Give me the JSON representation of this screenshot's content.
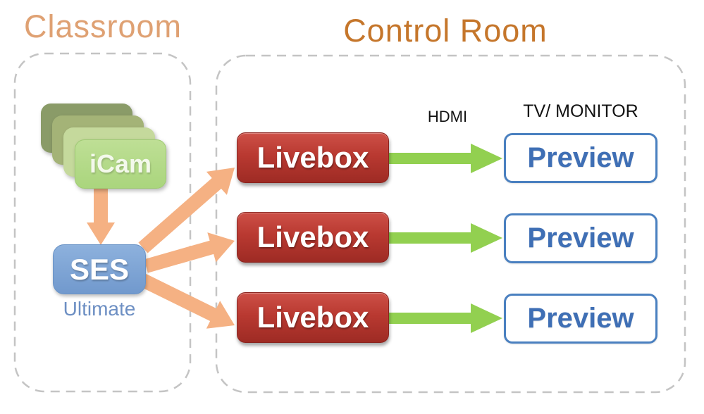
{
  "classroom": {
    "title": "Classroom",
    "icam": {
      "label": "iCam"
    },
    "ses": {
      "label": "SES",
      "sublabel": "Ultimate"
    }
  },
  "control_room": {
    "title": "Control Room",
    "hdmi_label": "HDMI",
    "monitor_label": "TV/ MONITOR",
    "rows": [
      {
        "livebox": "Livebox",
        "preview": "Preview"
      },
      {
        "livebox": "Livebox",
        "preview": "Preview"
      },
      {
        "livebox": "Livebox",
        "preview": "Preview"
      }
    ]
  },
  "icons": {
    "orange_arrow": "thick-orange-flow-arrow",
    "green_arrow": "thick-green-hdmi-arrow"
  },
  "colors": {
    "classroom_title_color": "#dfa173",
    "control_title_color": "#c5762b",
    "dash_gray": "#c4c4c4",
    "arrow_orange": "#f5b183",
    "arrow_green": "#92d050",
    "icam_1": "#8a9b68",
    "icam_2": "#a4b377",
    "icam_3": "#c5d99c",
    "icam_4": "#bedf95",
    "icam_4_deep": "#aad57d",
    "icam_border": "#9fca73",
    "icam_text": "#f4f9ec",
    "ses_top": "#8db1dd",
    "ses_bottom": "#7199cd",
    "ses_border": "#6a93c6",
    "ultimate_color": "#6d8fc3",
    "livebox_top": "#cd5047",
    "livebox_mid": "#b93931",
    "livebox_bottom": "#9e2b24",
    "livebox_border": "#8a231e",
    "preview_border": "#4a80c0",
    "preview_text": "#3f6fb5",
    "label_black": "#121212"
  }
}
